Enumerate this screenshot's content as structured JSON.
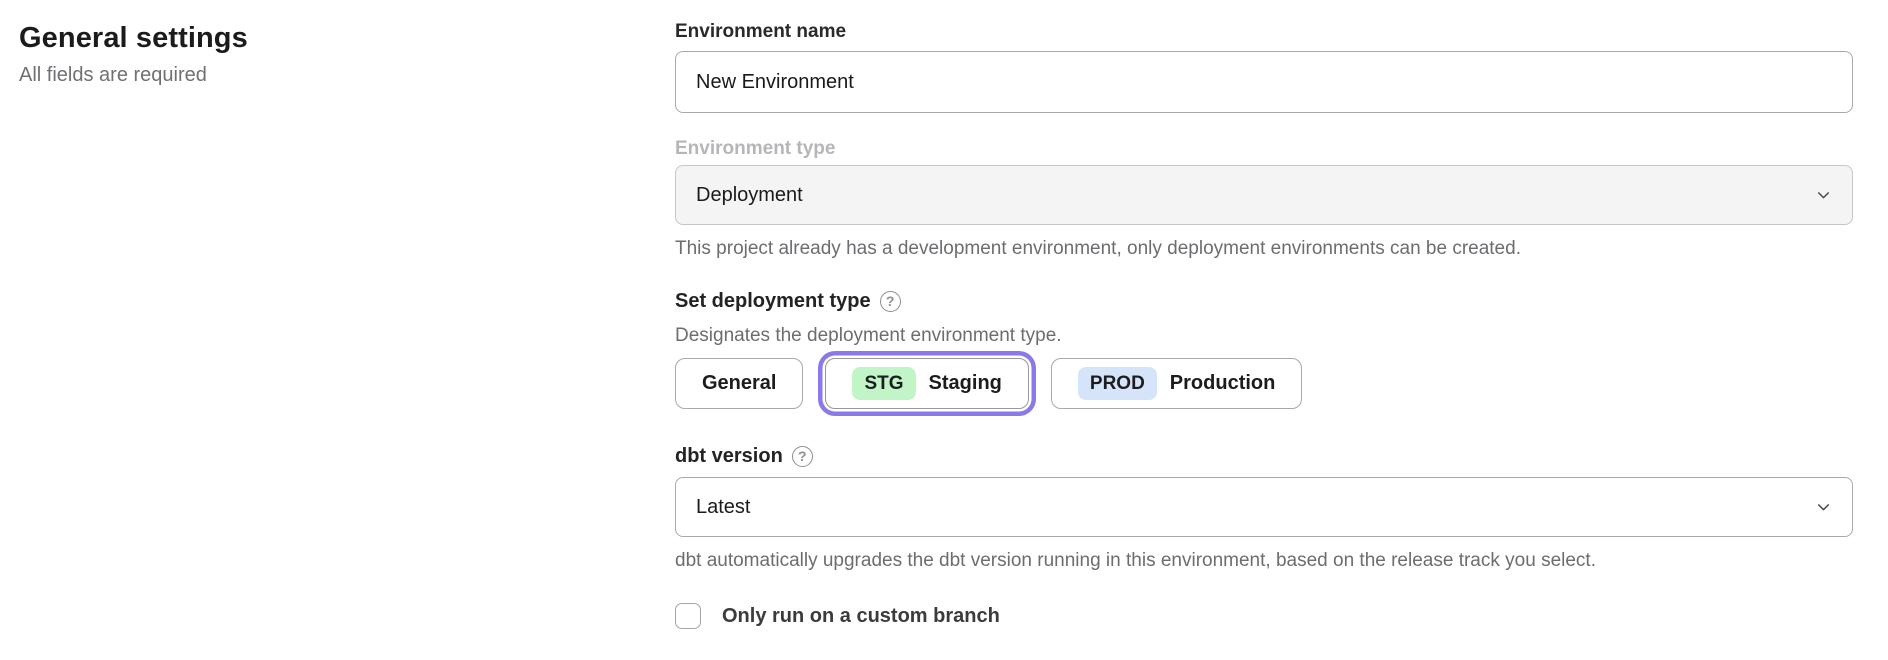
{
  "page": {
    "title": "General settings",
    "subtitle": "All fields are required"
  },
  "form": {
    "environment_name": {
      "label": "Environment name",
      "value": "New Environment"
    },
    "environment_type": {
      "label": "Environment type",
      "value": "Deployment",
      "disabled": true,
      "helper": "This project already has a development environment, only deployment environments can be created."
    },
    "deployment_type": {
      "label": "Set deployment type",
      "help_icon": "?",
      "description": "Designates the deployment environment type.",
      "options": [
        {
          "label": "General",
          "badge": "",
          "selected": false
        },
        {
          "label": "Staging",
          "badge": "STG",
          "selected": true
        },
        {
          "label": "Production",
          "badge": "PROD",
          "selected": false
        }
      ]
    },
    "dbt_version": {
      "label": "dbt version",
      "help_icon": "?",
      "value": "Latest",
      "helper": "dbt automatically upgrades the dbt version running in this environment, based on the release track you select."
    },
    "custom_branch": {
      "label": "Only run on a custom branch",
      "checked": false
    }
  },
  "colors": {
    "accent_ring": "#8a79e9",
    "stg_badge_bg": "#c1f5c8",
    "prod_badge_bg": "#d6e4fa"
  }
}
